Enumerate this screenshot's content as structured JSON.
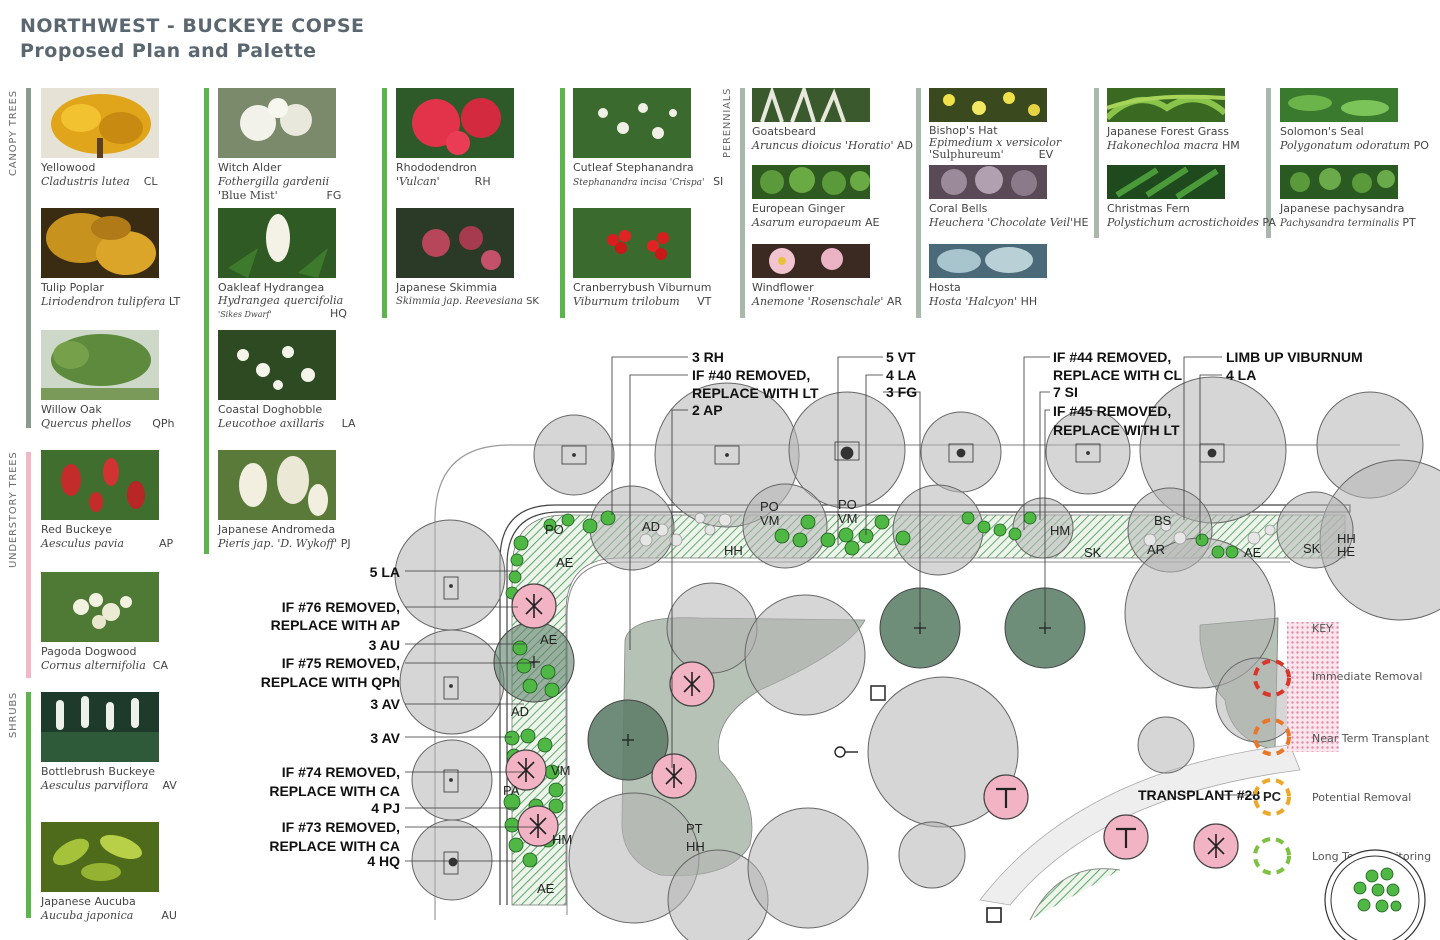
{
  "header": {
    "title": "NORTHWEST - BUCKEYE COPSE",
    "subtitle": "Proposed Plan and Palette"
  },
  "categories": {
    "canopy": "CANOPY TREES",
    "understory": "UNDERSTORY TREES",
    "shrubs": "SHRUBS",
    "perennials": "PERENNIALS"
  },
  "colors": {
    "canopy_bar": "#8a9b8e",
    "understory_bar": "#f2b8c6",
    "shrub_bar": "#5bb54a",
    "perennial_bar": "#a9b8ac"
  },
  "plants": {
    "yellowood": {
      "name": "Yellowood",
      "latin": "Cladustris lutea",
      "code": "CL"
    },
    "tulip": {
      "name": "Tulip Poplar",
      "latin": "Liriodendron tulipfera",
      "code": "LT"
    },
    "willow": {
      "name": "Willow Oak",
      "latin": "Quercus phellos",
      "code": "QPh"
    },
    "buckeye": {
      "name": "Red Buckeye",
      "latin": "Aesculus pavia",
      "code": "AP"
    },
    "pagoda": {
      "name": "Pagoda Dogwood",
      "latin": "Cornus alternifolia",
      "code": "CA"
    },
    "bottlebrush": {
      "name": "Bottlebrush Buckeye",
      "latin": "Aesculus parviflora",
      "code": "AV"
    },
    "aucuba": {
      "name": "Japanese Aucuba",
      "latin": "Aucuba japonica",
      "code": "AU"
    },
    "witch": {
      "name": "Witch Alder",
      "latin": "Fothergilla gardenii",
      "cultivar": "'Blue Mist'",
      "code": "FG"
    },
    "oakleaf": {
      "name": "Oakleaf Hydrangea",
      "latin": "Hydrangea quercifolia",
      "cultivar": "'Sikes Dwarf'",
      "code": "HQ"
    },
    "coastal": {
      "name": "Coastal Doghobble",
      "latin": "Leucothoe axillaris",
      "code": "LA"
    },
    "andromeda": {
      "name": "Japanese Andromeda",
      "latin": "Pieris jap. 'D. Wykoff'",
      "code": "PJ"
    },
    "rhodo": {
      "name": "Rhododendron",
      "latin": "'Vulcan'",
      "code": "RH"
    },
    "skimmia": {
      "name": "Japanese Skimmia",
      "latin": "Skimmia jap. Reevesiana",
      "code": "SK"
    },
    "cutleaf": {
      "name": "Cutleaf Stephanandra",
      "latin": "Stephanandra incisa 'Crispa'",
      "code": "SI"
    },
    "cranberry": {
      "name": "Cranberrybush Viburnum",
      "latin": "Viburnum trilobum",
      "code": "VT"
    },
    "goatsbeard": {
      "name": "Goatsbeard",
      "latin": "Aruncus dioicus 'Horatio'",
      "code": "AD"
    },
    "ginger": {
      "name": "European Ginger",
      "latin": "Asarum europaeum",
      "code": "AE"
    },
    "windflower": {
      "name": "Windflower",
      "latin": "Anemone 'Rosenschale'",
      "code": "AR"
    },
    "bishop": {
      "name": "Bishop's Hat",
      "latin": "Epimedium x versicolor",
      "cultivar": "'Sulphureum'",
      "code": "EV"
    },
    "coral": {
      "name": "Coral Bells",
      "latin": "Heuchera 'Chocolate Veil'",
      "code": "HE"
    },
    "hosta": {
      "name": "Hosta",
      "latin": "Hosta 'Halcyon'",
      "code": "HH"
    },
    "forestgrass": {
      "name": "Japanese Forest Grass",
      "latin": "Hakonechloa macra",
      "code": "HM"
    },
    "fern": {
      "name": "Christmas Fern",
      "latin": "Polystichum acrostichoides",
      "code": "PA"
    },
    "solomon": {
      "name": "Solomon's Seal",
      "latin": "Polygonatum odoratum",
      "code": "PO"
    },
    "pachysandra": {
      "name": "Japanese pachysandra",
      "latin": "Pachysandra terminalis",
      "code": "PT"
    }
  },
  "callouts": {
    "c1": "3 RH",
    "c2": "IF #40 REMOVED,",
    "c3": "REPLACE WITH LT",
    "c4": "2 AP",
    "c5": "5 VT",
    "c6": "4 LA",
    "c7": "3 FG",
    "c8": "IF #44 REMOVED,",
    "c9": "REPLACE WITH CL",
    "c10": "7 SI",
    "c11": "IF #45 REMOVED,",
    "c12": "REPLACE WITH LT",
    "c13": "LIMB UP VIBURNUM",
    "c14": "4 LA",
    "l1": "5 LA",
    "l2": "IF #76 REMOVED,",
    "l3": "REPLACE WITH AP",
    "l4": "3 AU",
    "l5": "IF #75 REMOVED,",
    "l6": "REPLACE WITH QPh",
    "l7": "3 AV",
    "l8": "3 AV",
    "l9": "IF #74 REMOVED,",
    "l10": "REPLACE WITH CA",
    "l11": "4 PJ",
    "l12": "IF #73 REMOVED,",
    "l13": "REPLACE WITH CA",
    "l14": "4 HQ",
    "transplant": "TRANSPLANT #28"
  },
  "plan_labels": {
    "po1": "PO",
    "ad1": "AD",
    "hh1": "HH",
    "po2": "PO",
    "vm1": "VM",
    "po3": "PO",
    "vm2": "VM",
    "hm1": "HM",
    "sk1": "SK",
    "bs": "BS",
    "ar1": "AR",
    "ae1": "AE",
    "sk2": "SK",
    "hh2": "HH",
    "he": "HE",
    "ae2": "AE",
    "ae3": "AE",
    "ad2": "AD",
    "vm3": "VM",
    "pa": "PA",
    "hm2": "HM",
    "ae4": "AE",
    "pt": "PT",
    "hh3": "HH",
    "pc": "PC"
  },
  "legend": {
    "key": "KEY",
    "immediate": "Immediate Removal",
    "near": "Near Term Transplant",
    "potential": "Potential Removal",
    "long": "Long Term Monitoring",
    "immediate_color": "#d9362b",
    "near_color": "#e8772a",
    "potential_color": "#eca82a",
    "long_color": "#7cc142"
  }
}
